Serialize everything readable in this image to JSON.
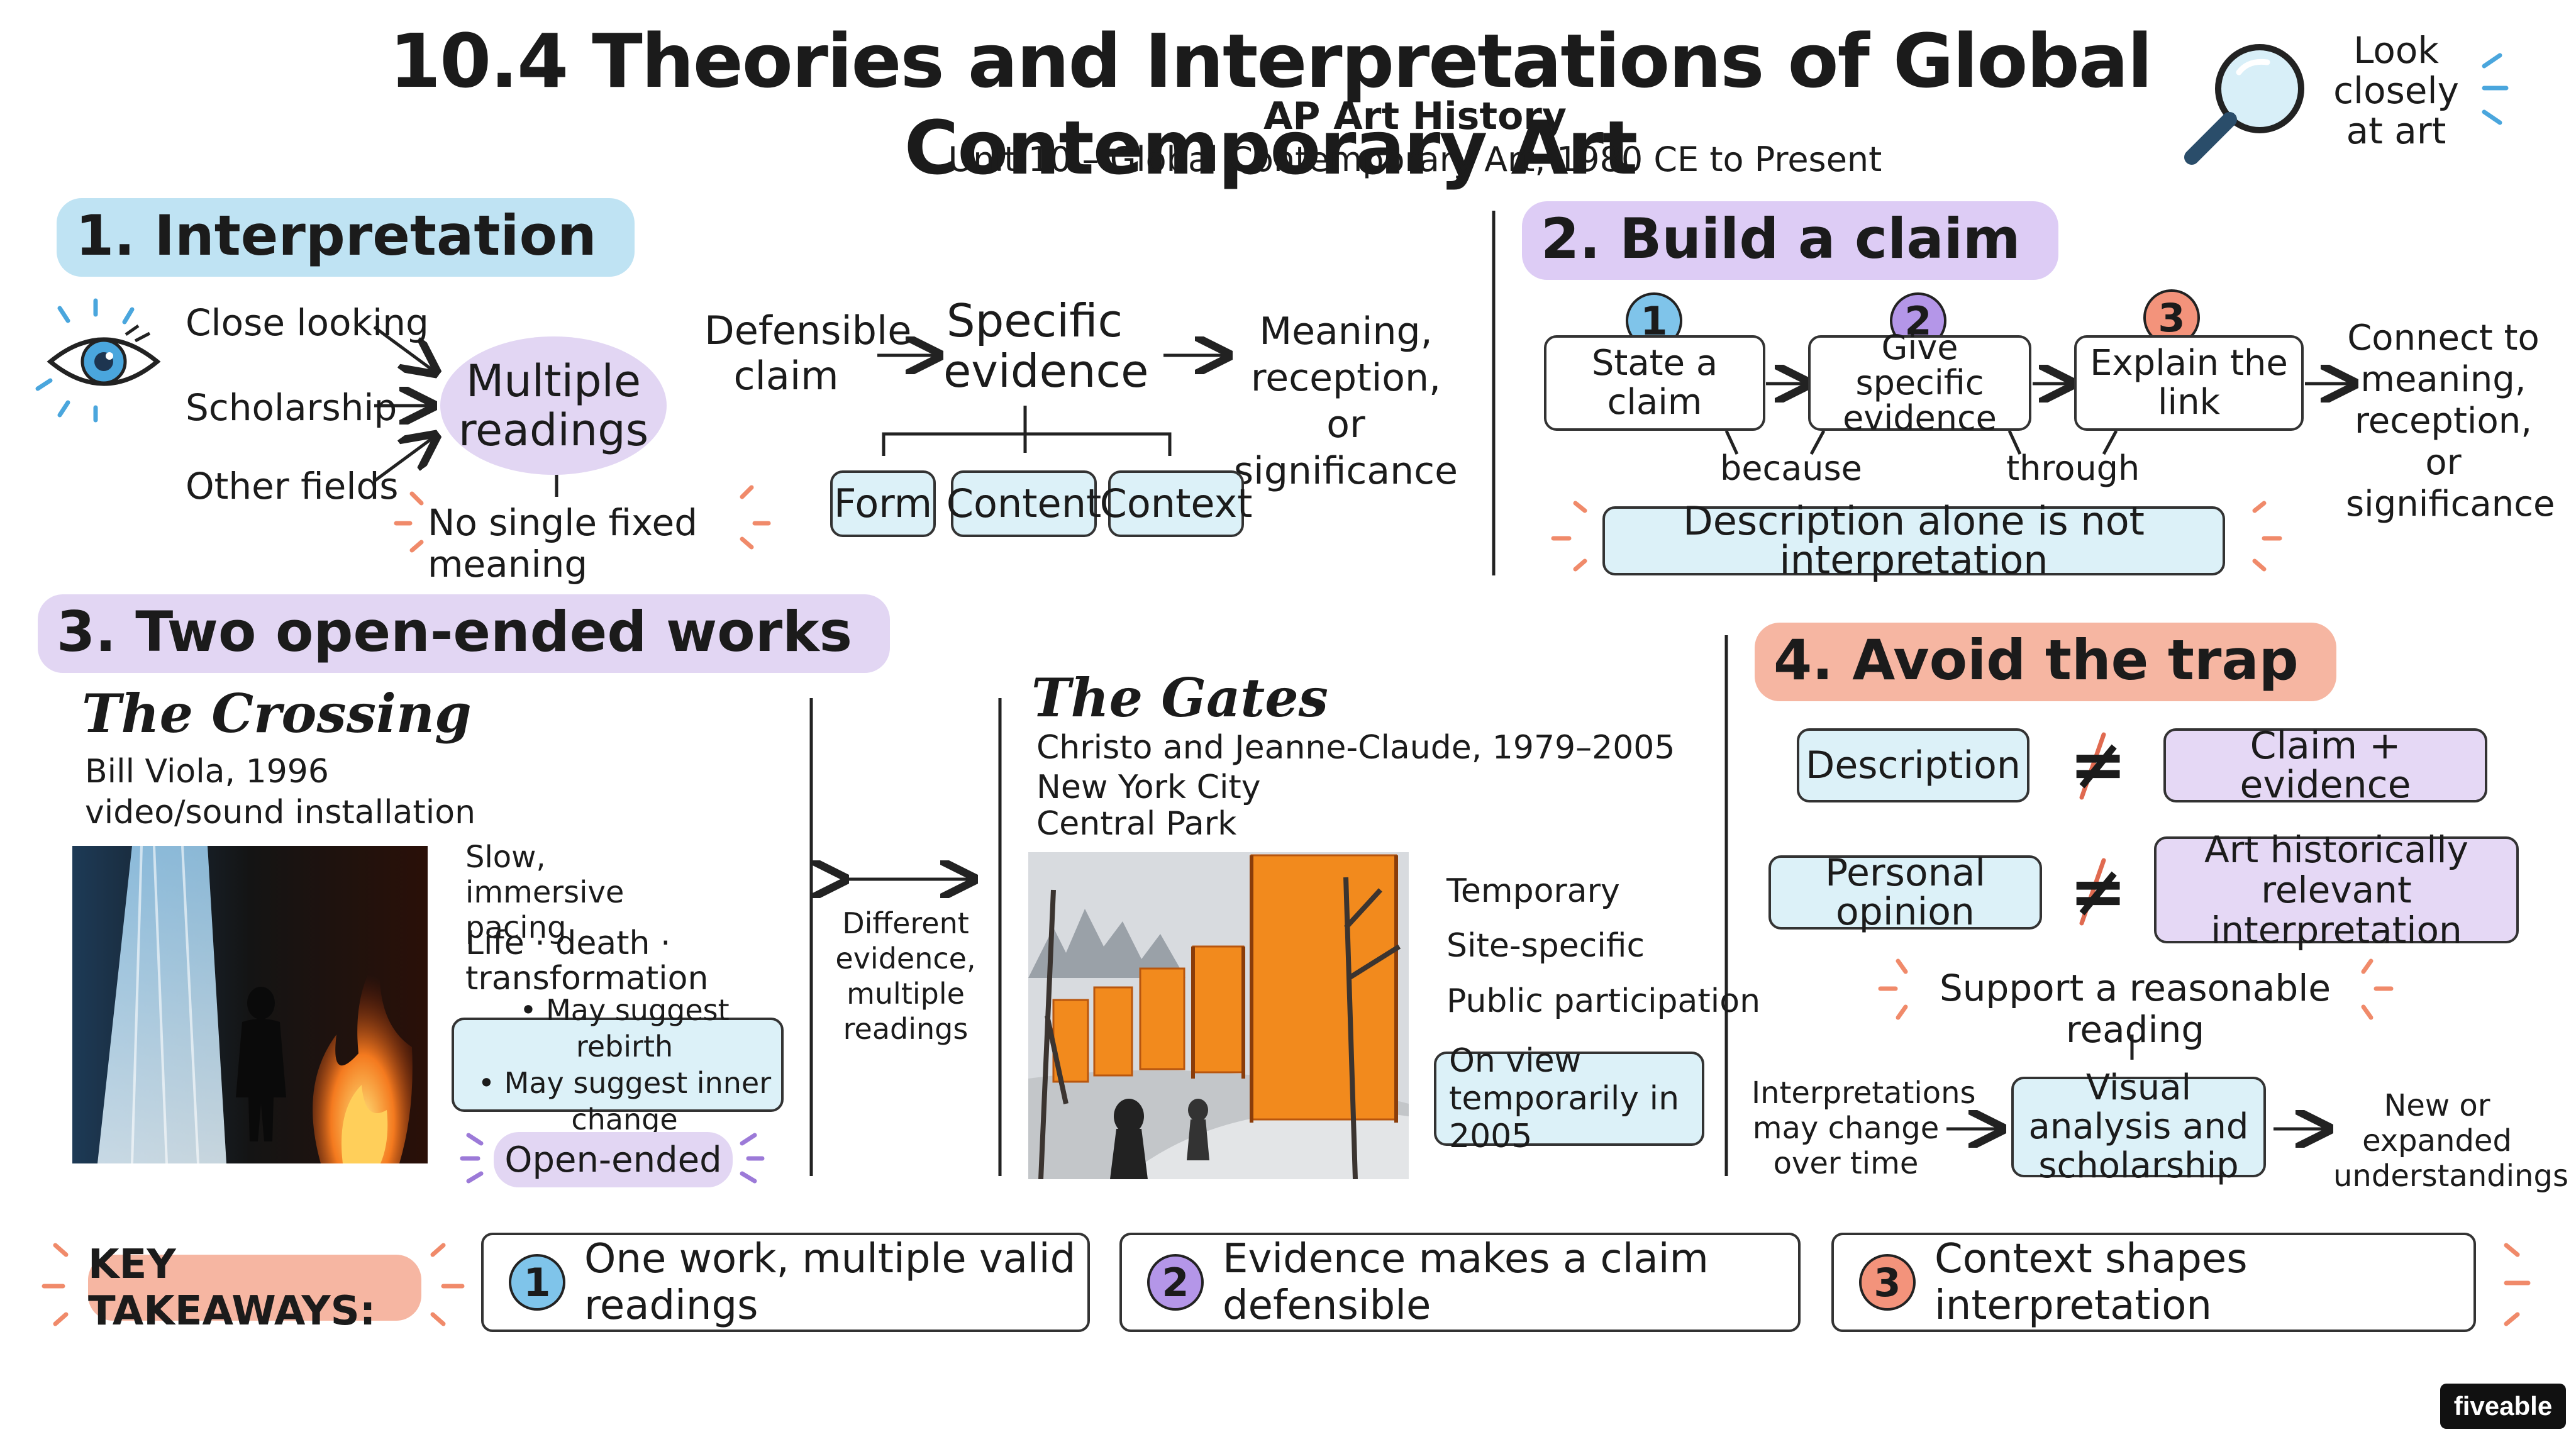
{
  "header": {
    "title": "10.4 Theories and Interpretations of Global Contemporary Art",
    "subtitle": "AP Art History",
    "unit": "Unit 10 – Global Contemporary Art, 1980 CE to Present",
    "look_lines": [
      "Look",
      "closely",
      "at art"
    ]
  },
  "colors": {
    "blue_hl": "#bfe3f3",
    "purple_hl": "#ddccf5",
    "orange_hl": "#f6b6a2",
    "accent_orange": "#f08a6a",
    "accent_blue": "#4aa6dd"
  },
  "s1": {
    "heading": "1. Interpretation",
    "close_looking": "Close looking",
    "scholarship": "Scholarship",
    "other_fields": "Other fields",
    "multiple_readings": "Multiple readings",
    "no_single": "No single fixed meaning",
    "defensible": "Defensible claim",
    "specific_evidence": "Specific evidence",
    "meaning": "Meaning, reception, or significance",
    "form": "Form",
    "content": "Content",
    "context": "Context"
  },
  "s2": {
    "heading": "2. Build a claim",
    "steps": [
      {
        "num": "1",
        "label": "State a claim"
      },
      {
        "num": "2",
        "label": "Give specific evidence"
      },
      {
        "num": "3",
        "label": "Explain the link"
      }
    ],
    "because": "because",
    "through": "through",
    "connect": "Connect to meaning, reception, or significance",
    "banner": "Description alone is not interpretation"
  },
  "s3": {
    "heading": "3. Two open-ended works",
    "crossing": {
      "title": "The Crossing",
      "artist": "Bill Viola, 1996",
      "medium": "video/sound installation",
      "note1": "Slow, immersive pacing",
      "note2": "Life · death · transformation",
      "bullets": [
        "May suggest rebirth",
        "May suggest inner change"
      ],
      "open": "Open-ended"
    },
    "middle": "Different evidence, multiple readings",
    "gates": {
      "title": "The Gates",
      "artist": "Christo and Jeanne-Claude, 1979–2005",
      "loc1": "New York City",
      "loc2": "Central Park",
      "f1": "Temporary",
      "f2": "Site-specific",
      "f3": "Public participation",
      "onview": "On view temporarily in 2005"
    }
  },
  "s4": {
    "heading": "4. Avoid the trap",
    "description": "Description",
    "claim_evidence": "Claim + evidence",
    "personal": "Personal opinion",
    "relevant": "Art historically relevant interpretation",
    "not_equal": "≠",
    "support": "Support a reasonable reading",
    "may_change": "Interpretations may change over time",
    "visual": "Visual analysis and scholarship",
    "new": "New or expanded understandings"
  },
  "takeaways": {
    "label": "KEY TAKEAWAYS:",
    "items": [
      {
        "num": "1",
        "text": "One work, multiple valid readings"
      },
      {
        "num": "2",
        "text": "Evidence makes a claim defensible"
      },
      {
        "num": "3",
        "text": "Context shapes interpretation"
      }
    ]
  },
  "brand": "fiveable"
}
